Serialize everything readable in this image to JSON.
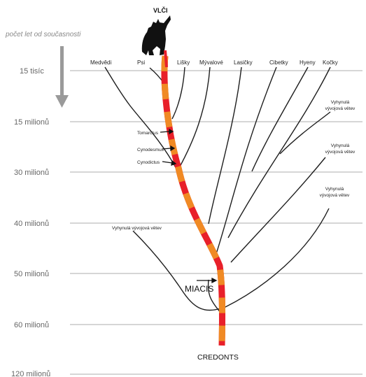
{
  "title": "VLČI",
  "axis_caption": "počet let od současnosti",
  "time_labels": [
    "15 tisíc",
    "15 milionů",
    "30 milionů",
    "40 milionů",
    "50 milionů",
    "60 milionů",
    "120 milionů"
  ],
  "families": [
    "Medvědi",
    "Psi",
    "Lišky",
    "Mývalové",
    "Lasičky",
    "Cibetky",
    "Hyeny",
    "Kočky"
  ],
  "ancestors": [
    "Tomarctus",
    "Cynodesmus",
    "Cynodictus"
  ],
  "extinct_label": "Vyhynulá vývojová větev",
  "extinct_label_right": [
    "Vyhynulá",
    "vývojová větev"
  ],
  "miacis": "MIACIS",
  "creodonts": "CREDONTS",
  "colors": {
    "main_red": "#e8202a",
    "main_orange": "#f08a24",
    "grid": "#b9b9b9",
    "line": "#222222",
    "arrow": "#9a9a9a"
  }
}
